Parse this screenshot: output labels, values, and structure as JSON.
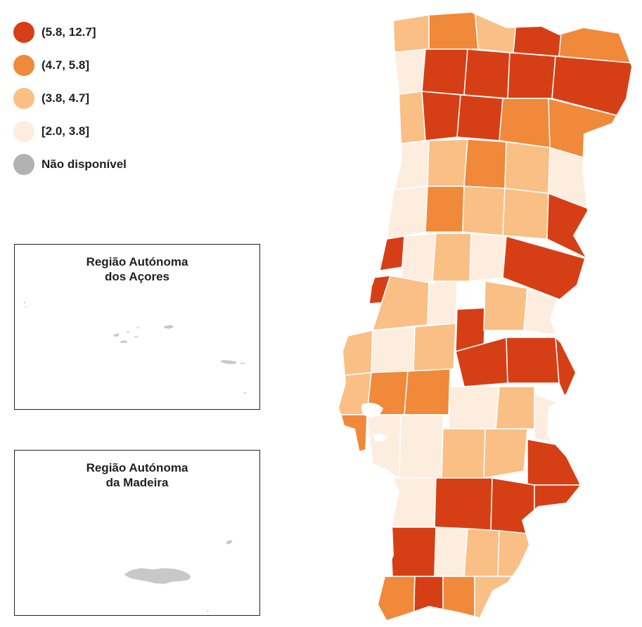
{
  "legend": {
    "items": [
      {
        "label": "(5.8, 12.7]",
        "color": "#d63f15"
      },
      {
        "label": "(4.7, 5.8]",
        "color": "#f0893a"
      },
      {
        "label": "(3.8, 4.7]",
        "color": "#f9bf85"
      },
      {
        "label": "[2.0, 3.8]",
        "color": "#fdeddf"
      },
      {
        "label": "Não disponível",
        "color": "#b2b2b2"
      }
    ]
  },
  "insets": {
    "azores": {
      "title_line1": "Região Autónoma",
      "title_line2": "dos Açores"
    },
    "madeira": {
      "title_line1": "Região Autónoma",
      "title_line2": "da Madeira"
    }
  },
  "map": {
    "island_color": "#c8c8c8",
    "border_color": "#ffffff"
  }
}
